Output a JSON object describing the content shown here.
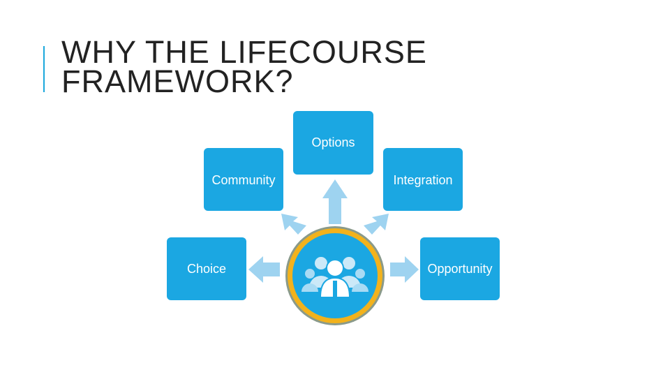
{
  "title": {
    "line1": "WHY THE LIFECOURSE",
    "line2": "FRAMEWORK?"
  },
  "diagram": {
    "center_icon": "people-group-icon",
    "nodes": {
      "options": "Options",
      "community": "Community",
      "integration": "Integration",
      "choice": "Choice",
      "opportunity": "Opportunity"
    }
  },
  "colors": {
    "accent": "#1aa7dc",
    "box": "#1ba7e2",
    "arrow": "#9ed3f0",
    "ring_gold": "#f2b21c",
    "ring_gray": "#8a9a8a",
    "title": "#222222"
  }
}
